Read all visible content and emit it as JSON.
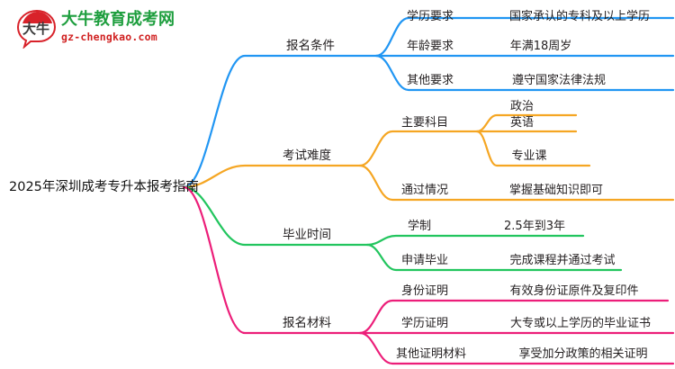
{
  "logo": {
    "mark_text": "大牛",
    "title": "大牛教育成考网",
    "subtitle": "gz-chengkao.com",
    "title_color": "#1e9e3e",
    "subtitle_color": "#d02020",
    "mark_color": "#d8222a"
  },
  "mindmap": {
    "root": {
      "label": "2025年深圳成考专升本报考指南"
    },
    "colors": {
      "branch1": "#2196f3",
      "branch2": "#f5a623",
      "branch3": "#22c55e",
      "branch4": "#ec1e79"
    },
    "branches": [
      {
        "label": "报名条件",
        "color": "#2196f3",
        "children": [
          {
            "label": "学历要求",
            "value": "国家承认的专科及以上学历"
          },
          {
            "label": "年龄要求",
            "value": "年满18周岁"
          },
          {
            "label": "其他要求",
            "value": "遵守国家法律法规"
          }
        ]
      },
      {
        "label": "考试难度",
        "color": "#f5a623",
        "children": [
          {
            "label": "主要科目",
            "value": "",
            "subchildren": [
              {
                "label": "政治"
              },
              {
                "label": "英语"
              },
              {
                "label": "专业课"
              }
            ]
          },
          {
            "label": "通过情况",
            "value": "掌握基础知识即可"
          }
        ]
      },
      {
        "label": "毕业时间",
        "color": "#22c55e",
        "children": [
          {
            "label": "学制",
            "value": "2.5年到3年"
          },
          {
            "label": "申请毕业",
            "value": "完成课程并通过考试"
          }
        ]
      },
      {
        "label": "报名材料",
        "color": "#ec1e79",
        "children": [
          {
            "label": "身份证明",
            "value": "有效身份证原件及复印件"
          },
          {
            "label": "学历证明",
            "value": "大专或以上学历的毕业证书"
          },
          {
            "label": "其他证明材料",
            "value": "享受加分政策的相关证明"
          }
        ]
      }
    ]
  }
}
